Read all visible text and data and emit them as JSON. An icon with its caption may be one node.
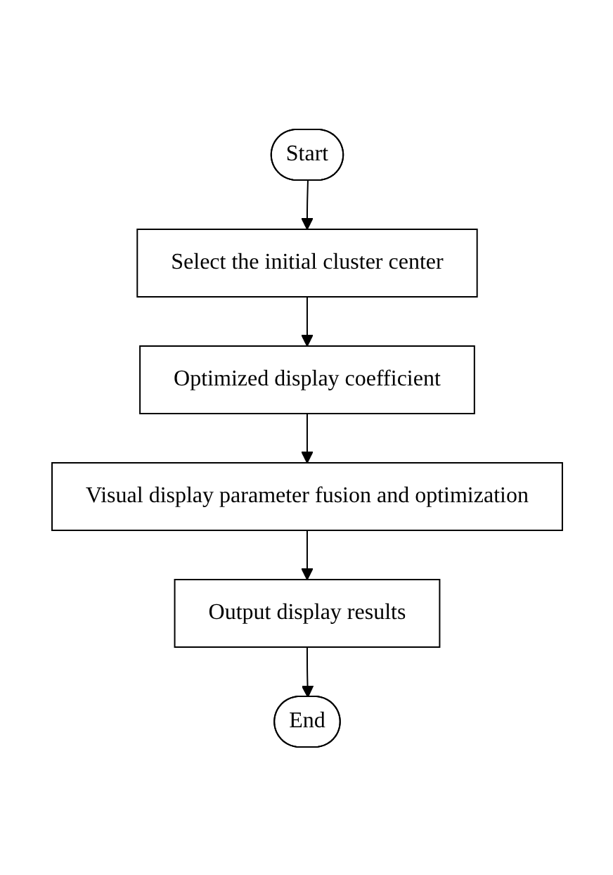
{
  "diagram": {
    "nodes": [
      {
        "text": [
          "Start"
        ]
      },
      {
        "text": [
          "Select the initial cluster center"
        ]
      },
      {
        "text": [
          "Optimized display coefficient"
        ]
      },
      {
        "text": [
          "Visual display parameter fusion and optimization"
        ]
      },
      {
        "text": [
          "Output display results"
        ]
      },
      {
        "text": [
          "End"
        ]
      }
    ],
    "edges": [
      {
        "from": 0,
        "to": 1,
        "arrow": "to"
      },
      {
        "from": 1,
        "to": 2,
        "arrow": "to"
      },
      {
        "from": 2,
        "to": 3,
        "arrow": "to"
      },
      {
        "from": 3,
        "to": 4,
        "arrow": "to"
      },
      {
        "from": 4,
        "to": 5,
        "arrow": "to"
      }
    ]
  }
}
